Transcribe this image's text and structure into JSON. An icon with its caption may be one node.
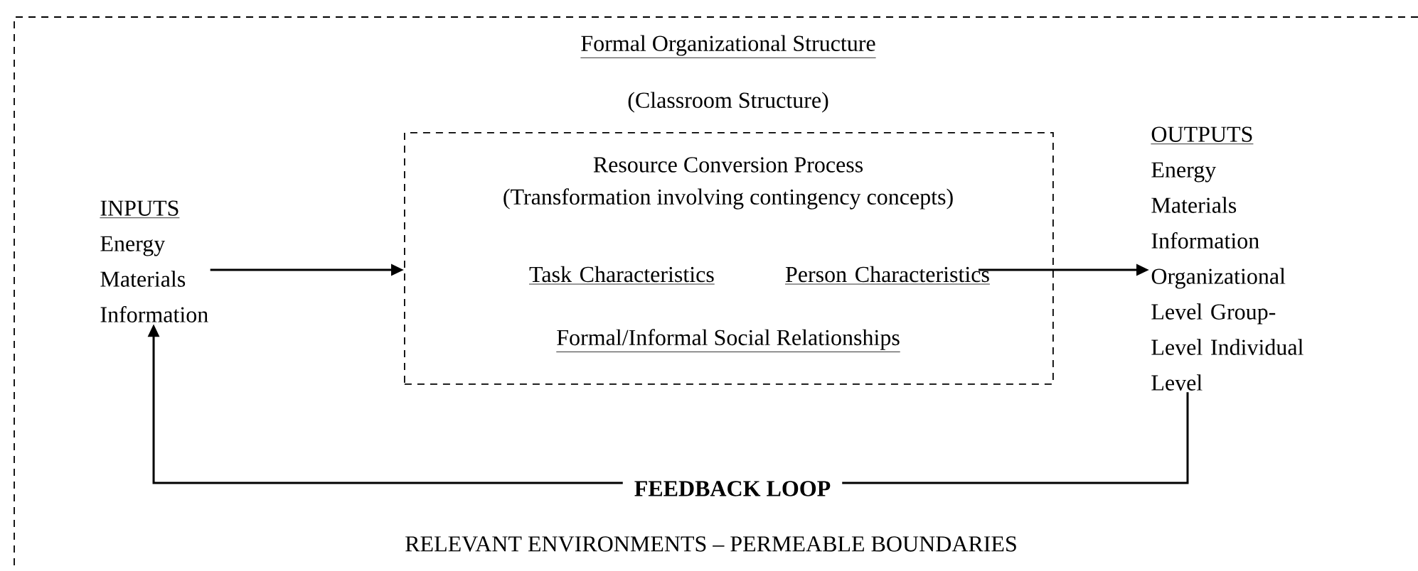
{
  "diagram": {
    "nodes": [
      {
        "text": [
          "Formal Organizational Structure",
          "(Classroom Structure)",
          "RELEVANT ENVIRONMENTS – PERMEABLE BOUNDARIES"
        ]
      },
      {
        "text": [
          "INPUTS",
          "Energy",
          "Materials",
          "Information"
        ],
        "in": 0
      },
      {
        "text": [
          "Resource Conversion Process",
          "(Transformation involving contingency concepts)",
          "Task Characteristics",
          "Person Characteristics",
          "Formal/Informal Social Relationships"
        ],
        "in": 0
      },
      {
        "text": [
          "OUTPUTS",
          "Energy",
          "Materials",
          "Information",
          "Organizational Level Group- Level Individual Level"
        ],
        "in": 0
      }
    ],
    "edges": [
      {
        "from": 1,
        "to": 2,
        "arrow": "to"
      },
      {
        "from": 2,
        "to": 3,
        "arrow": "to"
      },
      {
        "from": 3,
        "to": 1,
        "arrow": "to",
        "label": "FEEDBACK LOOP"
      }
    ]
  }
}
